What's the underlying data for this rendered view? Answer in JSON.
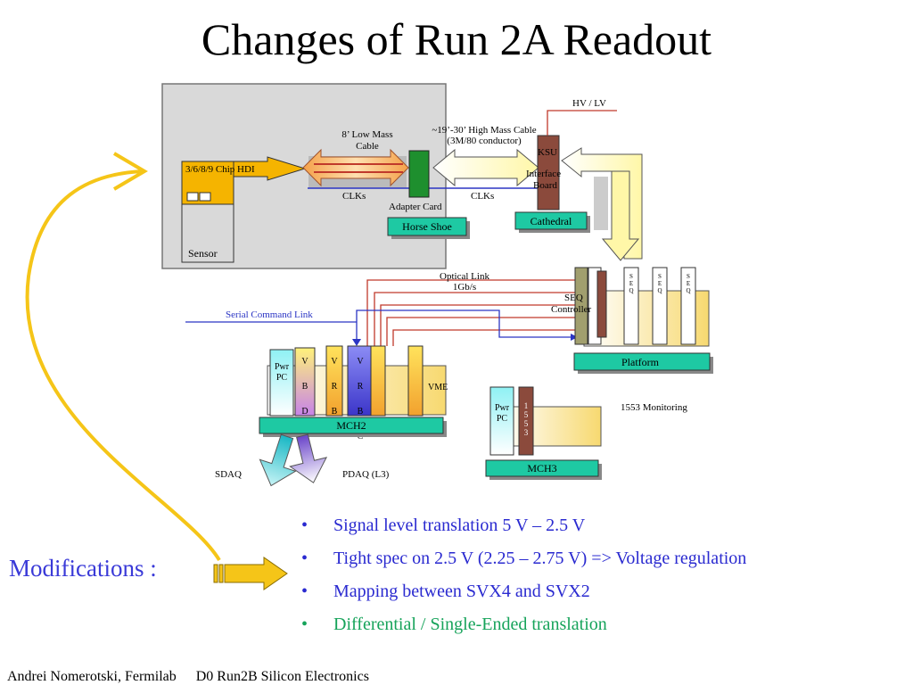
{
  "slide": {
    "title": "Changes of Run 2A Readout",
    "modifications_label": "Modifications :",
    "bullets": [
      {
        "text": "Signal level translation 5 V – 2.5 V",
        "color": "#2a2ad0"
      },
      {
        "text": "Tight spec on 2.5 V (2.25 – 2.75 V)  =>  Voltage regulation",
        "color": "#2a2ad0"
      },
      {
        "text": "Mapping between SVX4 and SVX2",
        "color": "#2a2ad0"
      },
      {
        "text": "Differential / Single-Ended translation",
        "color": "#16a35a"
      }
    ],
    "bullet_symbol": "•",
    "footer_author": "Andrei Nomerotski, Fermilab",
    "footer_event": "D0 Run2B Silicon Electronics"
  },
  "diagram": {
    "chip_hdi": "3/6/8/9 Chip HDI",
    "sensor": "Sensor",
    "low_mass_cable_1": "8’ Low Mass",
    "low_mass_cable_2": "Cable",
    "high_mass_cable_1": "~19’-30’ High Mass Cable",
    "high_mass_cable_2": "(3M/80 conductor)",
    "clks_left": "CLKs",
    "clks_right": "CLKs",
    "adapter_card": "Adapter Card",
    "horse_shoe": "Horse Shoe",
    "hv_lv": "HV / LV",
    "ksu": "KSU",
    "interface_board_1": "Interface",
    "interface_board_2": "Board",
    "cathedral": "Cathedral",
    "optical_link_1": "Optical Link",
    "optical_link_2": "1Gb/s",
    "seq_controller_1": "SEQ",
    "seq_controller_2": "Controller",
    "seq_letters": [
      "S",
      "E",
      "Q"
    ],
    "serial_command_link": "Serial Command Link",
    "platform": "Platform",
    "pwr_pc_1": "Pwr",
    "pwr_pc_2": "PC",
    "vbd": [
      "V",
      "B",
      "D"
    ],
    "vrb": [
      "V",
      "R",
      "B"
    ],
    "vrbc": [
      "V",
      "R",
      "B",
      "C"
    ],
    "vme": "VME",
    "mch2": "MCH2",
    "sdaq": "SDAQ",
    "pdaq": "PDAQ  (L3)",
    "monitoring": "1553 Monitoring",
    "mch3_pwr_1": "Pwr",
    "mch3_pwr_2": "PC",
    "mil1553": [
      "1",
      "5",
      "5",
      "3"
    ],
    "mch3": "MCH3"
  },
  "colors": {
    "title_text": "#000000",
    "bullet_blue": "#2a2ad0",
    "bullet_green": "#16a35a",
    "label_teal": "#1ec9a3",
    "arrow_yellow": "#f5c518",
    "cable_red": "#c0392b",
    "clk_blue": "#2b35c4",
    "enclosure_gray": "#d8d8d8"
  }
}
